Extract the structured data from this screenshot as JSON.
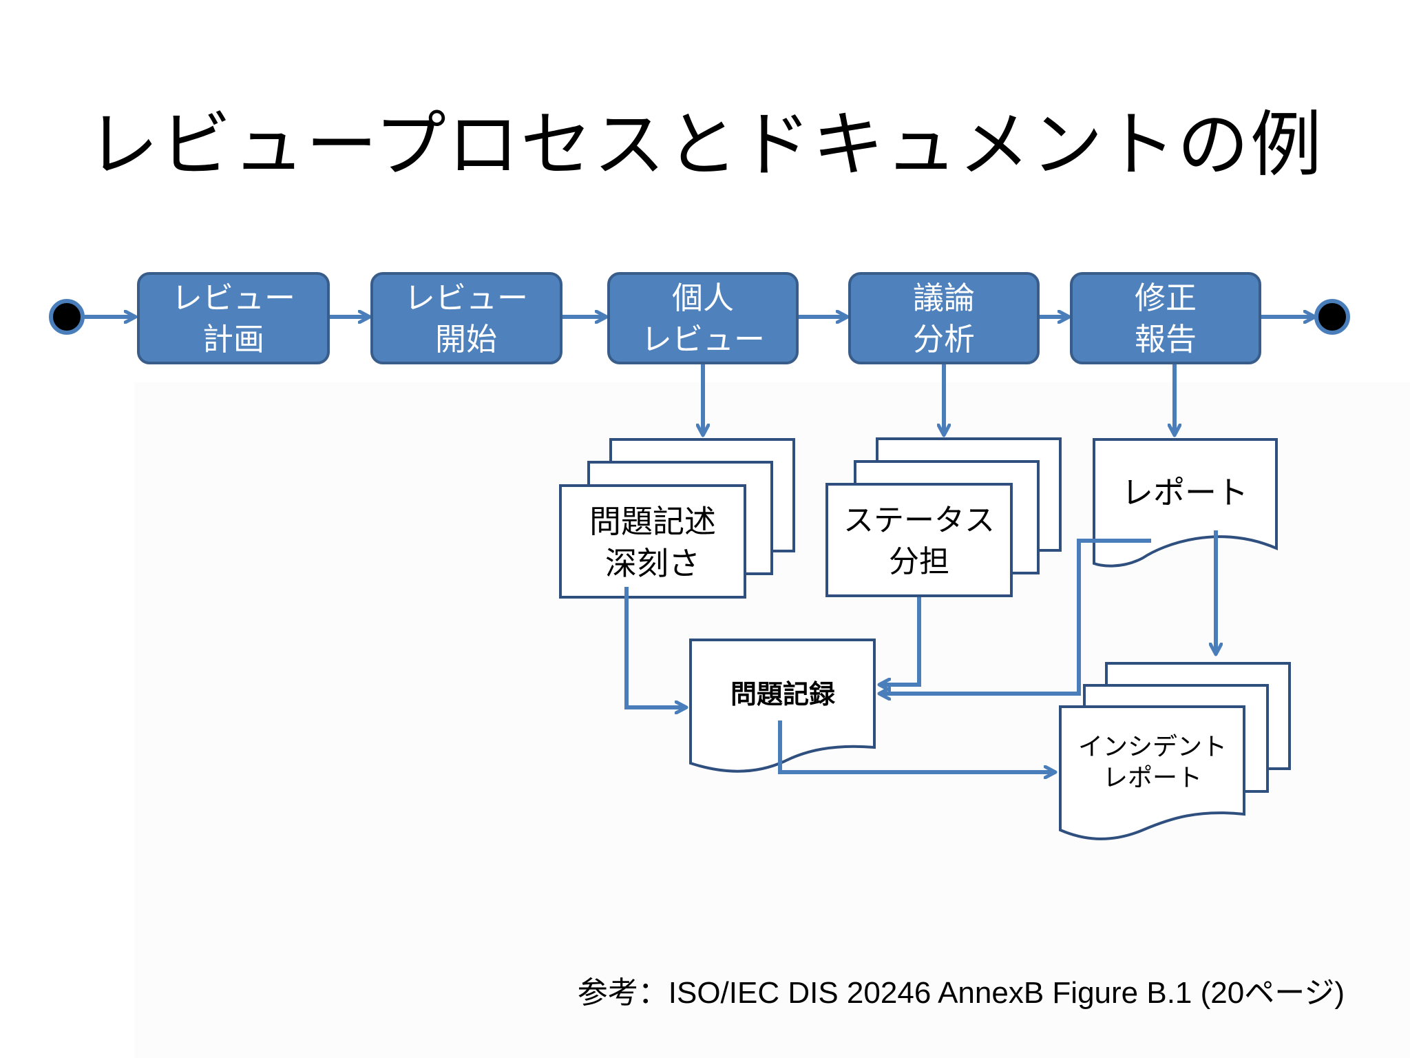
{
  "title": "レビュープロセスとドキュメントの例",
  "colors": {
    "process_fill": "#4f81bd",
    "process_border": "#385d8a",
    "connector": "#4a7ebb",
    "document_border": "#2f4f7f",
    "node": "#000000"
  },
  "process_steps": [
    {
      "line1": "レビュー",
      "line2": "計画"
    },
    {
      "line1": "レビュー",
      "line2": "開始"
    },
    {
      "line1": "個人",
      "line2": "レビュー"
    },
    {
      "line1": "議論",
      "line2": "分析"
    },
    {
      "line1": "修正",
      "line2": "報告"
    }
  ],
  "documents": {
    "issue_description": {
      "line1": "問題記述",
      "line2": "深刻さ"
    },
    "status": {
      "line1": "ステータス",
      "line2": "分担"
    },
    "report": {
      "label": "レポート"
    },
    "issue_record": {
      "label": "問題記録"
    },
    "incident_report": {
      "line1": "インシデント",
      "line2": "レポート"
    }
  },
  "reference": "参考：ISO/IEC DIS 20246 AnnexB Figure B.1 (20ページ)"
}
